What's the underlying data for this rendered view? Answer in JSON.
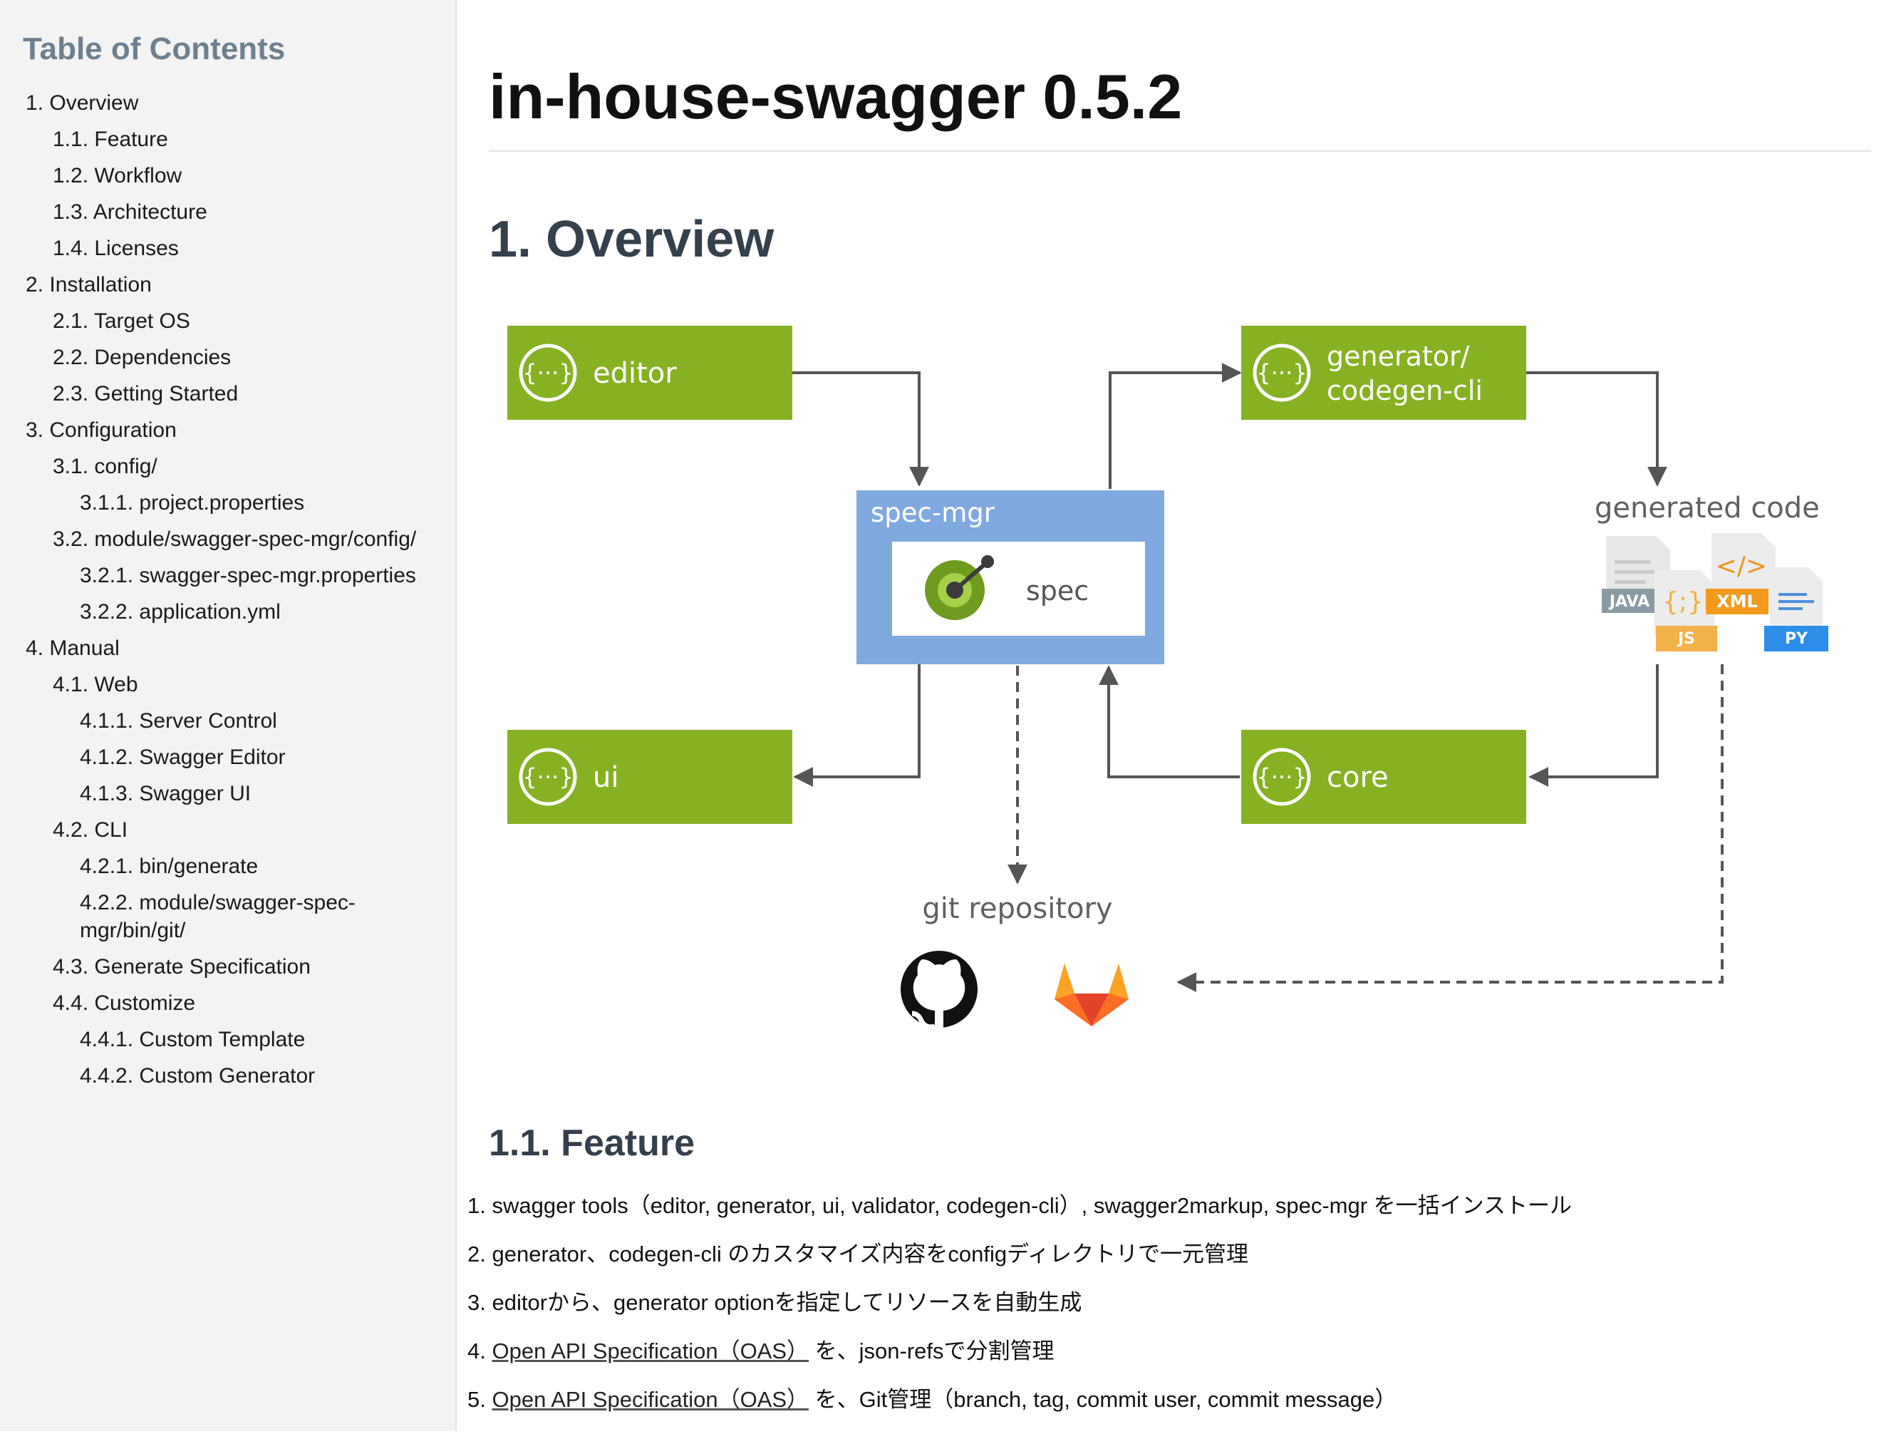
{
  "toc": {
    "title": "Table of Contents",
    "items": [
      {
        "level": 1,
        "label": "1. Overview"
      },
      {
        "level": 2,
        "label": "1.1. Feature"
      },
      {
        "level": 2,
        "label": "1.2. Workflow"
      },
      {
        "level": 2,
        "label": "1.3. Architecture"
      },
      {
        "level": 2,
        "label": "1.4. Licenses"
      },
      {
        "level": 1,
        "label": "2. Installation"
      },
      {
        "level": 2,
        "label": "2.1. Target OS"
      },
      {
        "level": 2,
        "label": "2.2. Dependencies"
      },
      {
        "level": 2,
        "label": "2.3. Getting Started"
      },
      {
        "level": 1,
        "label": "3. Configuration"
      },
      {
        "level": 2,
        "label": "3.1. config/"
      },
      {
        "level": 3,
        "label": "3.1.1. project.properties"
      },
      {
        "level": 2,
        "label": "3.2. module/swagger-spec-mgr/config/"
      },
      {
        "level": 3,
        "label": "3.2.1. swagger-spec-mgr.properties"
      },
      {
        "level": 3,
        "label": "3.2.2. application.yml"
      },
      {
        "level": 1,
        "label": "4. Manual"
      },
      {
        "level": 2,
        "label": "4.1. Web"
      },
      {
        "level": 3,
        "label": "4.1.1. Server Control"
      },
      {
        "level": 3,
        "label": "4.1.2. Swagger Editor"
      },
      {
        "level": 3,
        "label": "4.1.3. Swagger UI"
      },
      {
        "level": 2,
        "label": "4.2. CLI"
      },
      {
        "level": 3,
        "label": "4.2.1. bin/generate"
      },
      {
        "level": 3,
        "label": "4.2.2. module/swagger-spec-mgr/bin/git/"
      },
      {
        "level": 2,
        "label": "4.3. Generate Specification"
      },
      {
        "level": 2,
        "label": "4.4. Customize"
      },
      {
        "level": 3,
        "label": "4.4.1. Custom Template"
      },
      {
        "level": 3,
        "label": "4.4.2. Custom Generator"
      }
    ]
  },
  "main": {
    "title": "in-house-swagger 0.5.2",
    "section_overview": "1. Overview",
    "section_feature": "1.1. Feature",
    "features": [
      {
        "number": "1.",
        "text": "swagger tools（editor, generator, ui, validator, codegen-cli）, swagger2markup, spec-mgr を一括インストール"
      },
      {
        "number": "2.",
        "text": "generator、codegen-cli のカスタマイズ内容をconfigディレクトリで一元管理"
      },
      {
        "number": "3.",
        "text": "editorから、generator optionを指定してリソースを自動生成"
      },
      {
        "number": "4.",
        "link": "Open API Specification（OAS）",
        "text": "を、json-refsで分割管理"
      },
      {
        "number": "5.",
        "link": "Open API Specification（OAS）",
        "text": "を、Git管理（branch, tag, commit user, commit message）"
      }
    ]
  },
  "diagram": {
    "colors": {
      "green": "#86b122",
      "blue": "#80a9e0",
      "arrow": "#555555",
      "label": "#606060"
    },
    "editor_label": "editor",
    "generator_label_1": "generator/",
    "generator_label_2": "codegen-cli",
    "spec_mgr_label": "spec-mgr",
    "spec_label": "spec",
    "ui_label": "ui",
    "core_label": "core",
    "generated_code_label": "generated code",
    "git_repository_label": "git repository",
    "file_badges": [
      "JAVA",
      "JS",
      "XML",
      "PY"
    ],
    "icons": [
      "swagger-icon",
      "openapi-icon",
      "java-file-icon",
      "js-file-icon",
      "xml-file-icon",
      "py-file-icon",
      "github-icon",
      "gitlab-icon"
    ]
  }
}
